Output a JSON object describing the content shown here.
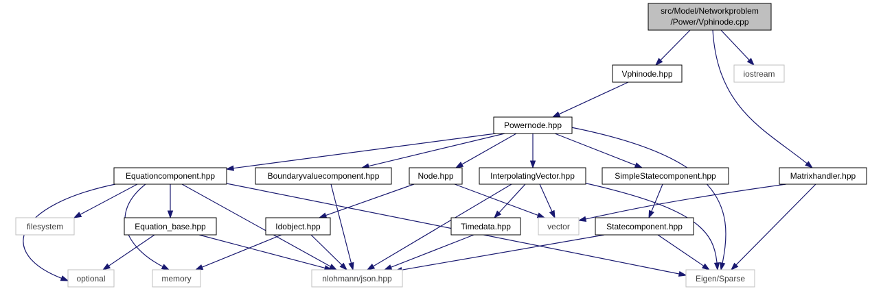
{
  "colors": {
    "edge": "#191970",
    "root_fill": "#bfbfbf",
    "node_border": "#000000",
    "external_border": "#bfbfbf",
    "external_text": "#404040"
  },
  "graph": {
    "root": {
      "id": "vphinode_cpp",
      "lines": [
        "src/Model/Networkproblem",
        "/Power/Vphinode.cpp"
      ]
    },
    "nodes": [
      {
        "id": "vphinode_hpp",
        "label": "Vphinode.hpp",
        "kind": "local"
      },
      {
        "id": "iostream",
        "label": "iostream",
        "kind": "external"
      },
      {
        "id": "powernode_hpp",
        "label": "Powernode.hpp",
        "kind": "local"
      },
      {
        "id": "matrixhandler_hpp",
        "label": "Matrixhandler.hpp",
        "kind": "local"
      },
      {
        "id": "equationcomponent_hpp",
        "label": "Equationcomponent.hpp",
        "kind": "local"
      },
      {
        "id": "boundaryvaluecomponent_hpp",
        "label": "Boundaryvaluecomponent.hpp",
        "kind": "local"
      },
      {
        "id": "node_hpp",
        "label": "Node.hpp",
        "kind": "local"
      },
      {
        "id": "interpolatingvector_hpp",
        "label": "InterpolatingVector.hpp",
        "kind": "local"
      },
      {
        "id": "simplestatecomponent_hpp",
        "label": "SimpleStatecomponent.hpp",
        "kind": "local"
      },
      {
        "id": "filesystem",
        "label": "filesystem",
        "kind": "external"
      },
      {
        "id": "equation_base_hpp",
        "label": "Equation_base.hpp",
        "kind": "local"
      },
      {
        "id": "idobject_hpp",
        "label": "Idobject.hpp",
        "kind": "local"
      },
      {
        "id": "timedata_hpp",
        "label": "Timedata.hpp",
        "kind": "local"
      },
      {
        "id": "vector",
        "label": "vector",
        "kind": "external"
      },
      {
        "id": "statecomponent_hpp",
        "label": "Statecomponent.hpp",
        "kind": "local"
      },
      {
        "id": "optional",
        "label": "optional",
        "kind": "external"
      },
      {
        "id": "memory",
        "label": "memory",
        "kind": "external"
      },
      {
        "id": "nlohmann_json_hpp",
        "label": "nlohmann/json.hpp",
        "kind": "external"
      },
      {
        "id": "eigen_sparse",
        "label": "Eigen/Sparse",
        "kind": "external"
      }
    ],
    "edges": [
      [
        "vphinode_cpp",
        "vphinode_hpp"
      ],
      [
        "vphinode_cpp",
        "iostream"
      ],
      [
        "vphinode_cpp",
        "matrixhandler_hpp"
      ],
      [
        "vphinode_hpp",
        "powernode_hpp"
      ],
      [
        "powernode_hpp",
        "equationcomponent_hpp"
      ],
      [
        "powernode_hpp",
        "boundaryvaluecomponent_hpp"
      ],
      [
        "powernode_hpp",
        "node_hpp"
      ],
      [
        "powernode_hpp",
        "interpolatingvector_hpp"
      ],
      [
        "powernode_hpp",
        "simplestatecomponent_hpp"
      ],
      [
        "powernode_hpp",
        "eigen_sparse"
      ],
      [
        "equationcomponent_hpp",
        "filesystem"
      ],
      [
        "equationcomponent_hpp",
        "equation_base_hpp"
      ],
      [
        "equationcomponent_hpp",
        "optional"
      ],
      [
        "equationcomponent_hpp",
        "memory"
      ],
      [
        "equationcomponent_hpp",
        "nlohmann_json_hpp"
      ],
      [
        "equationcomponent_hpp",
        "eigen_sparse"
      ],
      [
        "boundaryvaluecomponent_hpp",
        "nlohmann_json_hpp"
      ],
      [
        "node_hpp",
        "idobject_hpp"
      ],
      [
        "node_hpp",
        "vector"
      ],
      [
        "interpolatingvector_hpp",
        "timedata_hpp"
      ],
      [
        "interpolatingvector_hpp",
        "vector"
      ],
      [
        "interpolatingvector_hpp",
        "nlohmann_json_hpp"
      ],
      [
        "interpolatingvector_hpp",
        "eigen_sparse"
      ],
      [
        "simplestatecomponent_hpp",
        "statecomponent_hpp"
      ],
      [
        "matrixhandler_hpp",
        "vector"
      ],
      [
        "matrixhandler_hpp",
        "eigen_sparse"
      ],
      [
        "equation_base_hpp",
        "optional"
      ],
      [
        "equation_base_hpp",
        "nlohmann_json_hpp"
      ],
      [
        "idobject_hpp",
        "memory"
      ],
      [
        "idobject_hpp",
        "nlohmann_json_hpp"
      ],
      [
        "timedata_hpp",
        "nlohmann_json_hpp"
      ],
      [
        "statecomponent_hpp",
        "nlohmann_json_hpp"
      ],
      [
        "statecomponent_hpp",
        "eigen_sparse"
      ]
    ]
  }
}
